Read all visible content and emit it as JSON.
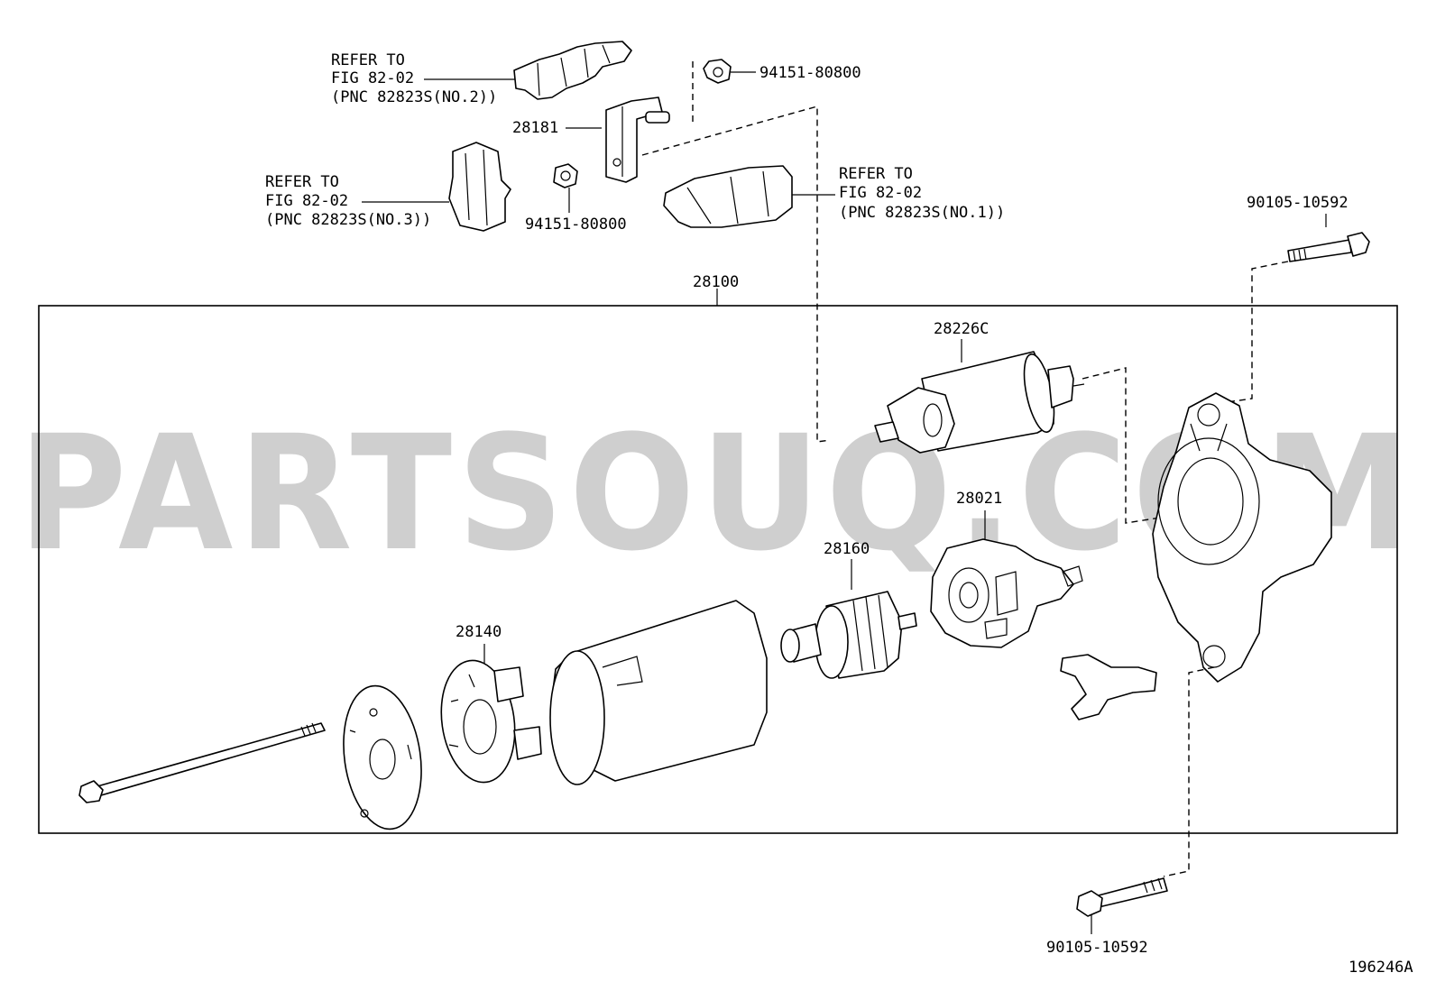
{
  "watermark": "PARTSOUQ.COM",
  "figure_code": "196246A",
  "assembly_label": "28100",
  "labels": {
    "refer_no2": [
      "REFER TO",
      "FIG 82-02",
      "(PNC 82823S(NO.2))"
    ],
    "refer_no3": [
      "REFER TO",
      "FIG 82-02",
      "(PNC 82823S(NO.3))"
    ],
    "refer_no1": [
      "REFER TO",
      "FIG 82-02",
      "(PNC 82823S(NO.1))"
    ],
    "nut_top": "94151-80800",
    "nut_mid": "94151-80800",
    "terminal": "28181",
    "bolt_top": "90105-10592",
    "bolt_bottom": "90105-10592",
    "solenoid": "28226C",
    "drive_housing": "28021",
    "armature": "28160",
    "brush_holder": "28140"
  }
}
